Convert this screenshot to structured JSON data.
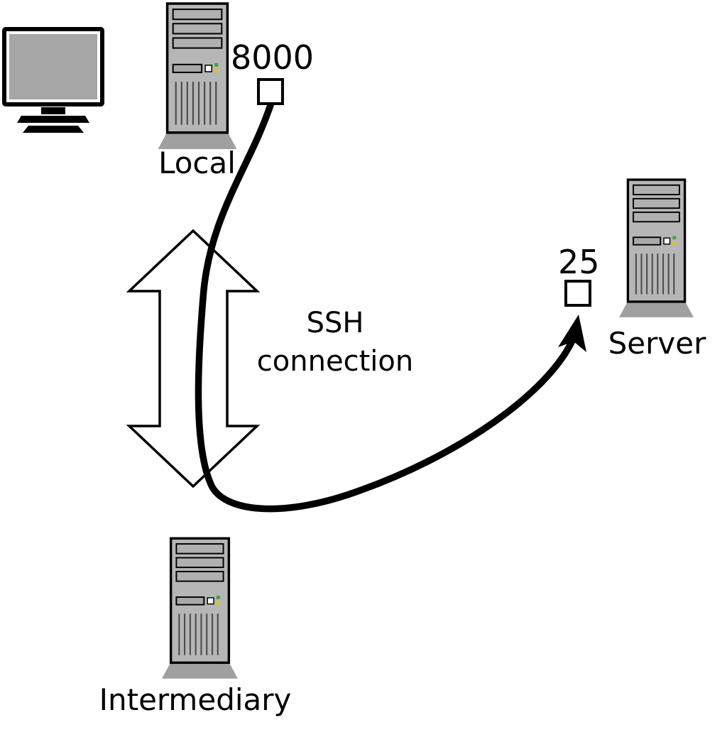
{
  "diagram": {
    "nodes": {
      "local": {
        "label": "Local",
        "port": "8000"
      },
      "server": {
        "label": "Server",
        "port": "25"
      },
      "intermediary": {
        "label": "Intermediary"
      }
    },
    "connection": {
      "label": "SSH connection"
    },
    "colors": {
      "line": "#000000",
      "tower_body": "#b6b6b6",
      "tower_bay": "#b0b0b0",
      "pedestal": "#a0a0a0",
      "monitor_screen": "#a6a6a6",
      "led_green": "#3fa535",
      "led_yellow": "#e0c800",
      "port_box_fill": "#ffffff"
    }
  }
}
